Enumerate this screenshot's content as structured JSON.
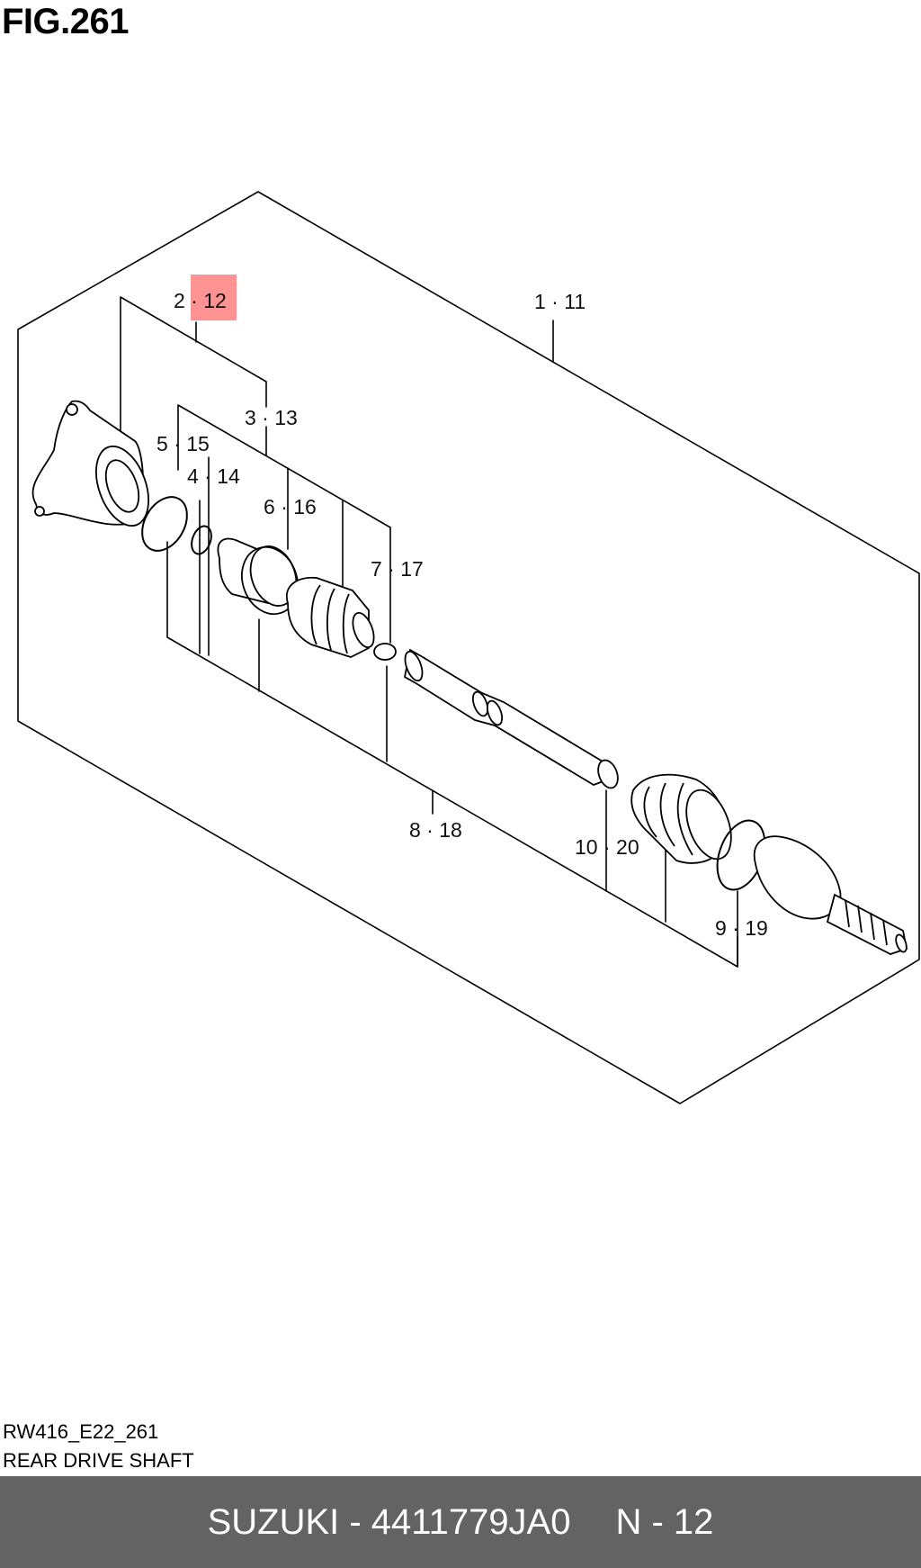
{
  "figure": {
    "title": "FIG.261"
  },
  "highlight": {
    "color": "#ff7f7f"
  },
  "callouts": [
    {
      "id": "c-1-11",
      "text": "1 · 11"
    },
    {
      "id": "c-2-12",
      "text": "2 · 12"
    },
    {
      "id": "c-3-13",
      "text": "3 · 13"
    },
    {
      "id": "c-4-14",
      "text": "4 · 14"
    },
    {
      "id": "c-5-15",
      "text": "5 · 15"
    },
    {
      "id": "c-6-16",
      "text": "6 · 16"
    },
    {
      "id": "c-7-17",
      "text": "7 · 17"
    },
    {
      "id": "c-8-18",
      "text": "8 · 18"
    },
    {
      "id": "c-9-19",
      "text": "9 · 19"
    },
    {
      "id": "c-10-20",
      "text": "10 · 20"
    }
  ],
  "caption": {
    "code": "RW416_E22_261",
    "name": "REAR DRIVE SHAFT"
  },
  "footer": {
    "part": "SUZUKI - 4411779JA0",
    "ref": "N - 12",
    "background": "#636363"
  }
}
